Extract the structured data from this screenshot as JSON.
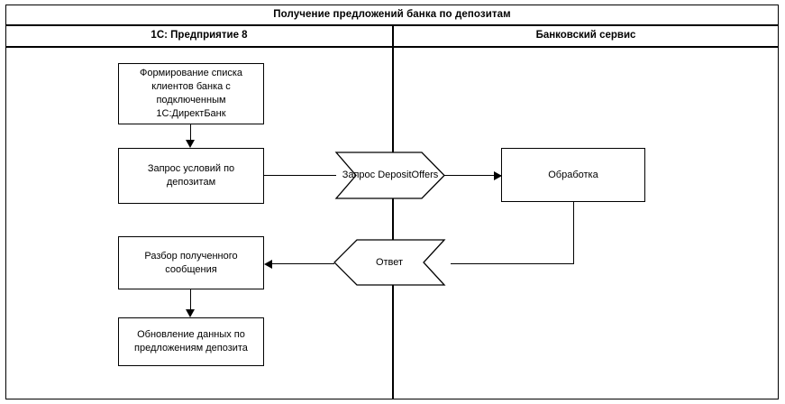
{
  "diagram": {
    "title": "Получение предложений банка по депозитам",
    "lanes": [
      {
        "id": "lane-1c",
        "label": "1С: Предприятие 8"
      },
      {
        "id": "lane-bank",
        "label": "Банковский сервис"
      }
    ],
    "nodes": [
      {
        "id": "node-form-client-list",
        "shape": "process",
        "text": "Формирование списка клиентов банка с подключенным 1С:ДиректБанк",
        "lane": "lane-1c"
      },
      {
        "id": "node-request-deposit-terms",
        "shape": "process",
        "text": "Запрос условий по депозитам",
        "lane": "lane-1c"
      },
      {
        "id": "node-parse-message",
        "shape": "process",
        "text": "Разбор полученного сообщения",
        "lane": "lane-1c"
      },
      {
        "id": "node-update-deposit-offers",
        "shape": "process",
        "text": "Обновление данных по предложениям депозита",
        "lane": "lane-1c"
      },
      {
        "id": "node-message-request",
        "shape": "chevron-right",
        "text": "Запрос DepositOffers",
        "lane": "boundary"
      },
      {
        "id": "node-message-response",
        "shape": "chevron-left",
        "text": "Ответ",
        "lane": "boundary"
      },
      {
        "id": "node-processing",
        "shape": "process",
        "text": "Обработка",
        "lane": "lane-bank"
      }
    ],
    "colors": {
      "stroke": "#000000",
      "fill": "#ffffff",
      "text": "#000000"
    }
  }
}
